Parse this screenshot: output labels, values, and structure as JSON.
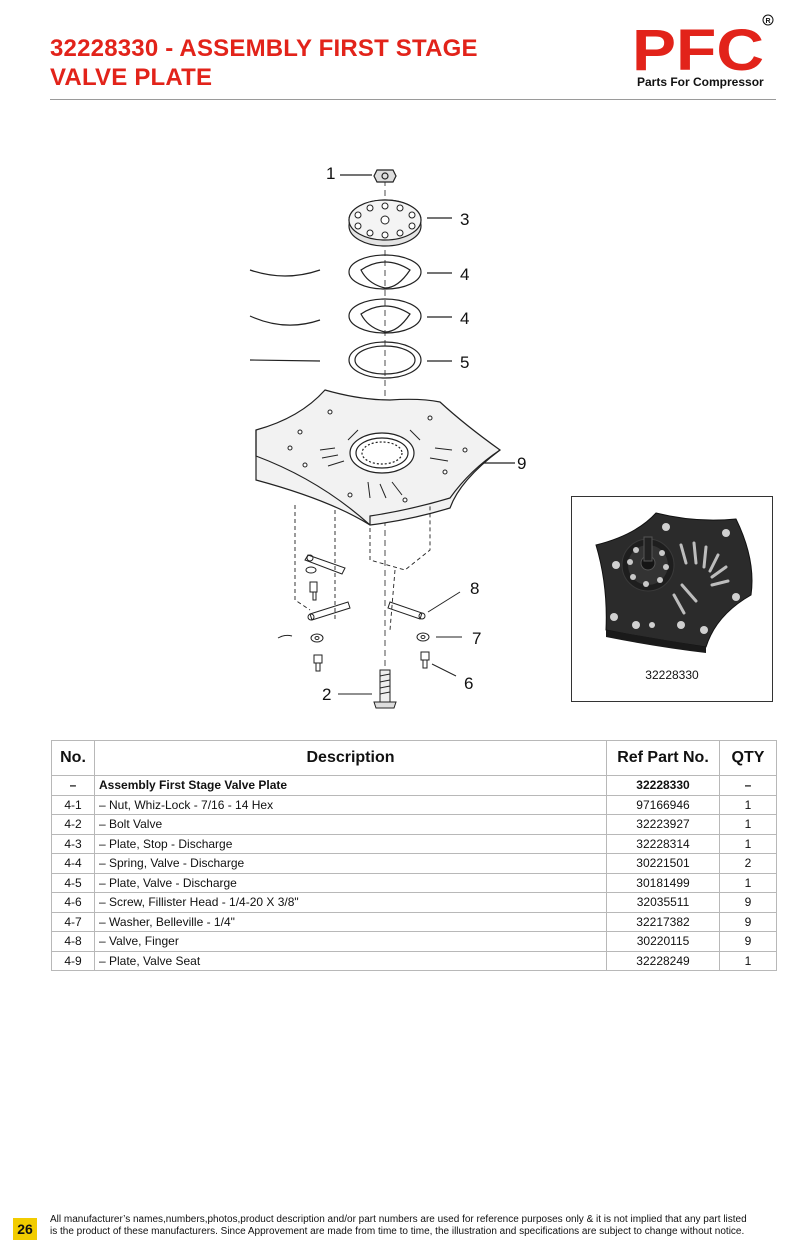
{
  "header": {
    "title_line1": "32228330 - ASSEMBLY FIRST STAGE",
    "title_line2": "VALVE PLATE",
    "logo_text": "PFC",
    "logo_tagline": "Parts For Compressor",
    "brand_color": "#e2231a"
  },
  "diagram": {
    "callouts": [
      "1",
      "3",
      "4",
      "4",
      "5",
      "9",
      "8",
      "7",
      "6",
      "2"
    ]
  },
  "photo": {
    "caption": "32228330"
  },
  "table": {
    "headers": {
      "no": "No.",
      "description": "Description",
      "ref": "Ref Part No.",
      "qty": "QTY"
    },
    "rows": [
      {
        "no": "–",
        "description": "Assembly First Stage Valve Plate",
        "ref": "32228330",
        "qty": "–"
      },
      {
        "no": "4-1",
        "description": "– Nut, Whiz-Lock - 7/16 - 14 Hex",
        "ref": "97166946",
        "qty": "1"
      },
      {
        "no": "4-2",
        "description": "– Bolt Valve",
        "ref": "32223927",
        "qty": "1"
      },
      {
        "no": "4-3",
        "description": "– Plate, Stop - Discharge",
        "ref": "32228314",
        "qty": "1"
      },
      {
        "no": "4-4",
        "description": "– Spring, Valve - Discharge",
        "ref": "30221501",
        "qty": "2"
      },
      {
        "no": "4-5",
        "description": "– Plate, Valve - Discharge",
        "ref": "30181499",
        "qty": "1"
      },
      {
        "no": "4-6",
        "description": "– Screw, Fillister Head - 1/4-20 X 3/8\"",
        "ref": "32035511",
        "qty": "9"
      },
      {
        "no": "4-7",
        "description": "– Washer, Belleville - 1/4\"",
        "ref": "32217382",
        "qty": "9"
      },
      {
        "no": "4-8",
        "description": "– Valve, Finger",
        "ref": "30220115",
        "qty": "9"
      },
      {
        "no": "4-9",
        "description": "– Plate, Valve Seat",
        "ref": "32228249",
        "qty": "1"
      }
    ]
  },
  "footer": {
    "page_number": "26",
    "disclaimer_line1": "All manufacturer’s names,numbers,photos,product description and/or part numbers are used for reference purposes only & it is not implied that any part listed",
    "disclaimer_line2": "is the product of these manufacturers.  Since Approvement are made from time to time,  the illustration and specifications are subject to change without notice."
  }
}
